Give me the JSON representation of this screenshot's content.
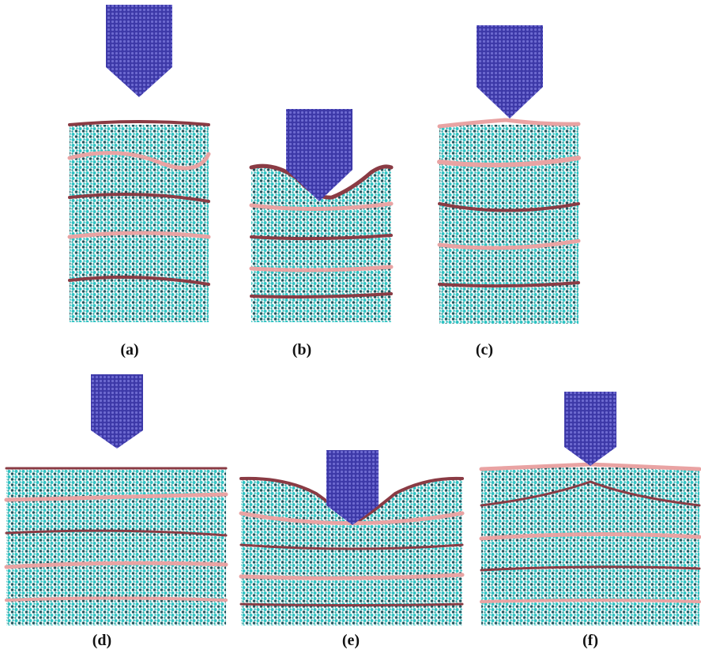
{
  "panels": [
    {
      "id": "a",
      "label": "(a)",
      "state": "tip above film"
    },
    {
      "id": "b",
      "label": "(b)",
      "state": "tip indenting film"
    },
    {
      "id": "c",
      "label": "(c)",
      "state": "tip retracted"
    },
    {
      "id": "d",
      "label": "(d)",
      "state": "tip above film"
    },
    {
      "id": "e",
      "label": "(e)",
      "state": "tip indenting film"
    },
    {
      "id": "f",
      "label": "(f)",
      "state": "tip retracted"
    }
  ],
  "colors": {
    "indenter": "#3d39a8",
    "indenter_light": "#6d6ad0",
    "layer": "#e9a3a3",
    "layer_dark": "#8a3b44",
    "atom_cyan": "#2ec2c2",
    "atom_dark": "#1f5960",
    "background": "#ffffff"
  }
}
